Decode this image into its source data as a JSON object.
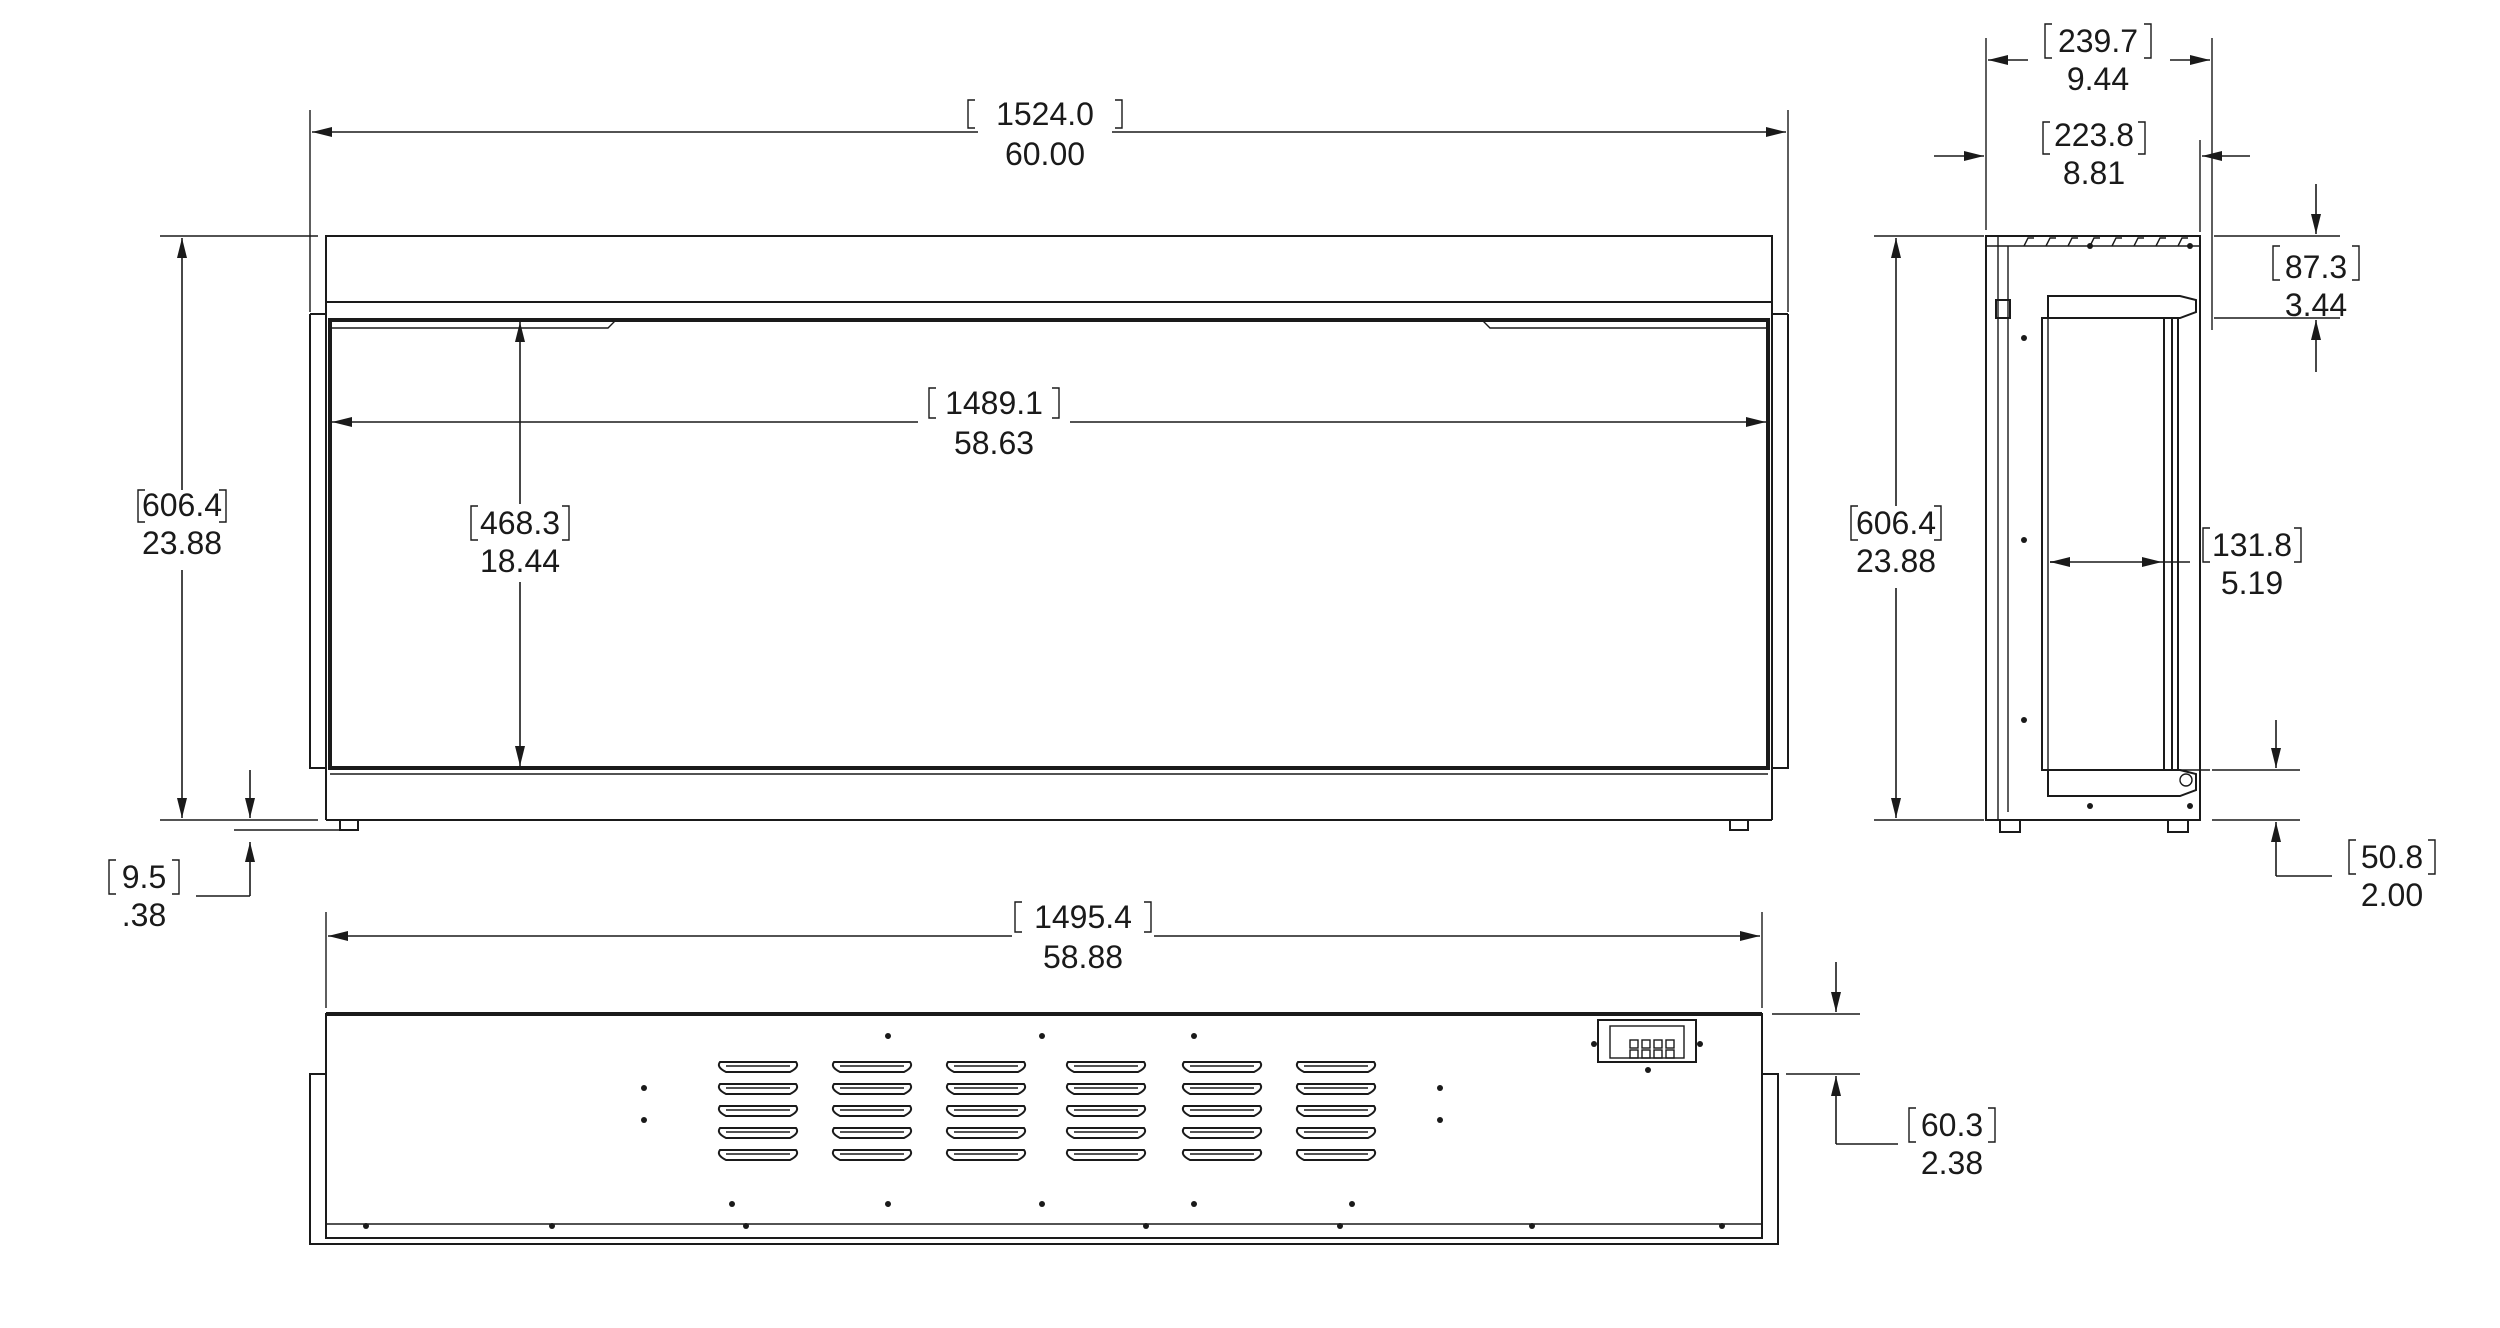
{
  "dimensions": {
    "front_overall_width": {
      "metric": "1524.0",
      "imperial": "60.00"
    },
    "front_inner_width": {
      "metric": "1489.1",
      "imperial": "58.63"
    },
    "front_overall_height": {
      "metric": "606.4",
      "imperial": "23.88"
    },
    "front_opening_height": {
      "metric": "468.3",
      "imperial": "18.44"
    },
    "front_foot_height": {
      "metric": "9.5",
      "imperial": ".38"
    },
    "top_width": {
      "metric": "1495.4",
      "imperial": "58.88"
    },
    "top_depth_step": {
      "metric": "60.3",
      "imperial": "2.38"
    },
    "side_overall_depth": {
      "metric": "239.7",
      "imperial": "9.44"
    },
    "side_body_depth": {
      "metric": "223.8",
      "imperial": "8.81"
    },
    "side_top_trim_height": {
      "metric": "87.3",
      "imperial": "3.44"
    },
    "side_overall_height": {
      "metric": "606.4",
      "imperial": "23.88"
    },
    "side_inner_depth": {
      "metric": "131.8",
      "imperial": "5.19"
    },
    "side_bottom_height": {
      "metric": "50.8",
      "imperial": "2.00"
    }
  },
  "colors": {
    "line": "#1a1a1a",
    "background": "#ffffff"
  }
}
